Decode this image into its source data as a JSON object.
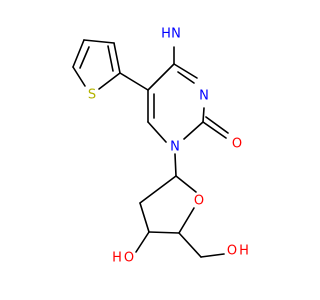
{
  "molecule": {
    "atoms": {
      "amine_h": {
        "text": "H",
        "color": "#0000ff"
      },
      "amine_n": {
        "text": "N",
        "color": "#0000ff"
      },
      "ring_n3": {
        "text": "N",
        "color": "#0000ff"
      },
      "ring_n1": {
        "text": "N",
        "color": "#0000ff"
      },
      "carbonyl_o": {
        "text": "O",
        "color": "#ff0000"
      },
      "thiophene_s": {
        "text": "S",
        "color": "#b3b300"
      },
      "sugar_o": {
        "text": "O",
        "color": "#ff0000"
      },
      "ho_h": {
        "text": "H",
        "color": "#ff0000"
      },
      "ho_o": {
        "text": "O",
        "color": "#ff0000"
      },
      "oh_o": {
        "text": "O",
        "color": "#ff0000"
      },
      "oh_h": {
        "text": "H",
        "color": "#ff0000"
      }
    },
    "bond_color": "#000000"
  }
}
